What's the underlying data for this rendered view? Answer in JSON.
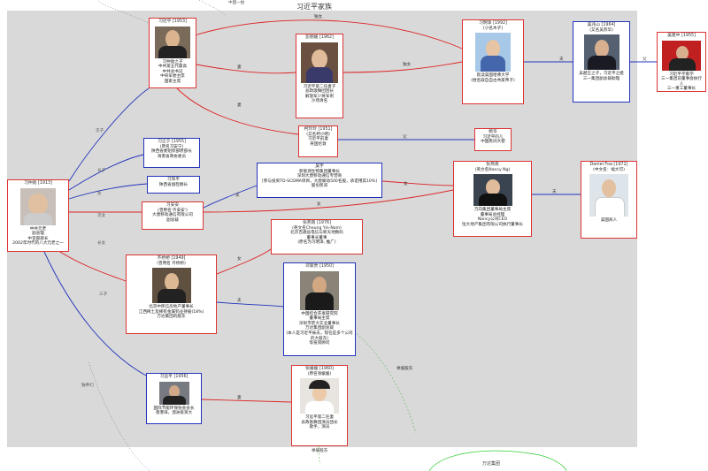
{
  "title": "习近平家族",
  "top_cut": "中国一拍",
  "nodes": {
    "xi_jinping": {
      "header": "习近平 [1953]",
      "lines": [
        "习仲勋之子",
        "中共第五代最高",
        "中共总书记",
        "中央军委主席",
        "国家主席"
      ]
    },
    "peng_liyuan": {
      "header": "彭丽媛 [1962]",
      "lines": [
        "习近平第二任妻子",
        "总政歌舞团团长",
        "解放军少将军衔",
        "沙场清名"
      ]
    },
    "xi_mingze": {
      "header": "习明泽 [1992]",
      "alias": "[小名木子]",
      "lines": [
        "就读美国哈佛大学",
        "(姓名取自自古共家帝子)"
      ]
    },
    "wu_zhaoshan": {
      "header": "吴兆山 [1964]",
      "alias": "(又名吴宗华)",
      "lines": [
        "吴越王之子，习近平之姐",
        "三一集团副总裁助理"
      ]
    },
    "ke_lingling": {
      "header": "柯玲玲 [1951]",
      "alias": "(又名柯小明)",
      "lines": [
        "习近平前妻",
        "英国伦敦"
      ]
    },
    "xi_zhongxun": {
      "header": "习仲勋 [1913]",
      "lines": [
        "中共元老",
        "副总理",
        "中宣部部长",
        "2002年时代的八大元老之一"
      ]
    },
    "xi_zhengning": {
      "header": "习正宁 [1955]",
      "alias": "(原名习安宁)",
      "lines": [
        "陕西省委组织部原部长",
        "海南省政协委员"
      ]
    },
    "xi_heping": {
      "header": "习和平",
      "lines": [
        "陕西省副检察长"
      ]
    },
    "xi_anan": {
      "header": "习安安",
      "alias": "(曾用名'齐安安')",
      "lines": [
        "大唐移动通信有限公司",
        "副总裁"
      ]
    },
    "yong_hui": {
      "header": "吴宇",
      "lines": [
        "新能源生物集团董事长",
        "深圳大唐移动通信专营商",
        "[参与投资TD-SCDMA项目，大唐联动500名股，承诺用其10%]",
        "股份民间"
      ]
    },
    "zhang_yannan": {
      "header": "张燕南",
      "alias": "(英文名Nancy Ng)",
      "lines": [
        "万向集团董事局主席",
        "董事局总经理",
        "Nancy公司CEO",
        "恒大地产集团有限公司执行董事长"
      ]
    },
    "daniel_foa": {
      "header": "Daniel Foa [1972]",
      "alias": "(中文名：福大可)",
      "lines": [
        "美国商人"
      ]
    },
    "wenhua": {
      "header": "鲍华",
      "lines": [
        "习近平的儿",
        "中国民间大使"
      ]
    },
    "qi_qiaoqiao": {
      "header": "齐桥桥 [1949]",
      "alias": "(曾用名 齐桥桥)",
      "lines": [
        "北京中民信房地产董事长",
        "江西稀土及稀有金属钨业持股(18%)",
        "万达集团的股东"
      ]
    },
    "zhang_yannan2": {
      "header": "张燕南 [1976]",
      "alias": "(英文名Cheung Yin-Nam)",
      "lines": [
        "北京百通远电信与新天地数码",
        "董事长董事",
        "(原名为习明泽, 推广)"
      ]
    },
    "deng_jiagui": {
      "header": "邓家贵 [1950]",
      "lines": [
        "中国综合开发研究院",
        "董事局主席",
        "深圳市宏大实业董事长",
        "万达集团副总裁",
        "(本人是习近平妹夫，现在是多个公司的大股东)",
        "等投资顾问"
      ]
    },
    "zhang_yuanyuan": {
      "header": "张媛媛 [1960]",
      "alias": "(原名张媛媛)",
      "lines": [
        "习远平第二任妻",
        "总政歌舞团演员团长",
        "歌手，演员"
      ]
    },
    "xi_yuanping": {
      "header": "习远平 [1956]",
      "lines": [
        "国际节能环保协会会长",
        "香港海，澳洲投资大"
      ]
    },
    "wu_jianzhong": {
      "header": "吴建中 [1955]",
      "lines": [
        "习近平学家学",
        "三一集团前董事会执行人",
        "三一重工董事长"
      ]
    }
  },
  "edge_labels": {
    "xi_peng": "妻",
    "xi_ke": "妻",
    "peng_daughter": "独女",
    "xi_daughter": "独女",
    "daughter_wu": "夫",
    "wu_jiaxi": "父",
    "ke_wen": "父",
    "zh_xi": "次子",
    "zh_zn": "长子",
    "zh_hp": "女",
    "zh_anan": "次女",
    "zh_qq": "长女",
    "zh_yp": "三子",
    "zh_other": "独养们",
    "anan_yh": "夫",
    "anan_zn": "女",
    "yh_zn": "女",
    "zn_df": "夫",
    "qq_zn2": "女",
    "qq_deng": "夫",
    "yp_zy": "妻",
    "deng_share": "举股股东",
    "zy_share": "举股股东"
  },
  "bottom": {
    "wanda": "万达集团",
    "share": "举股股东"
  }
}
